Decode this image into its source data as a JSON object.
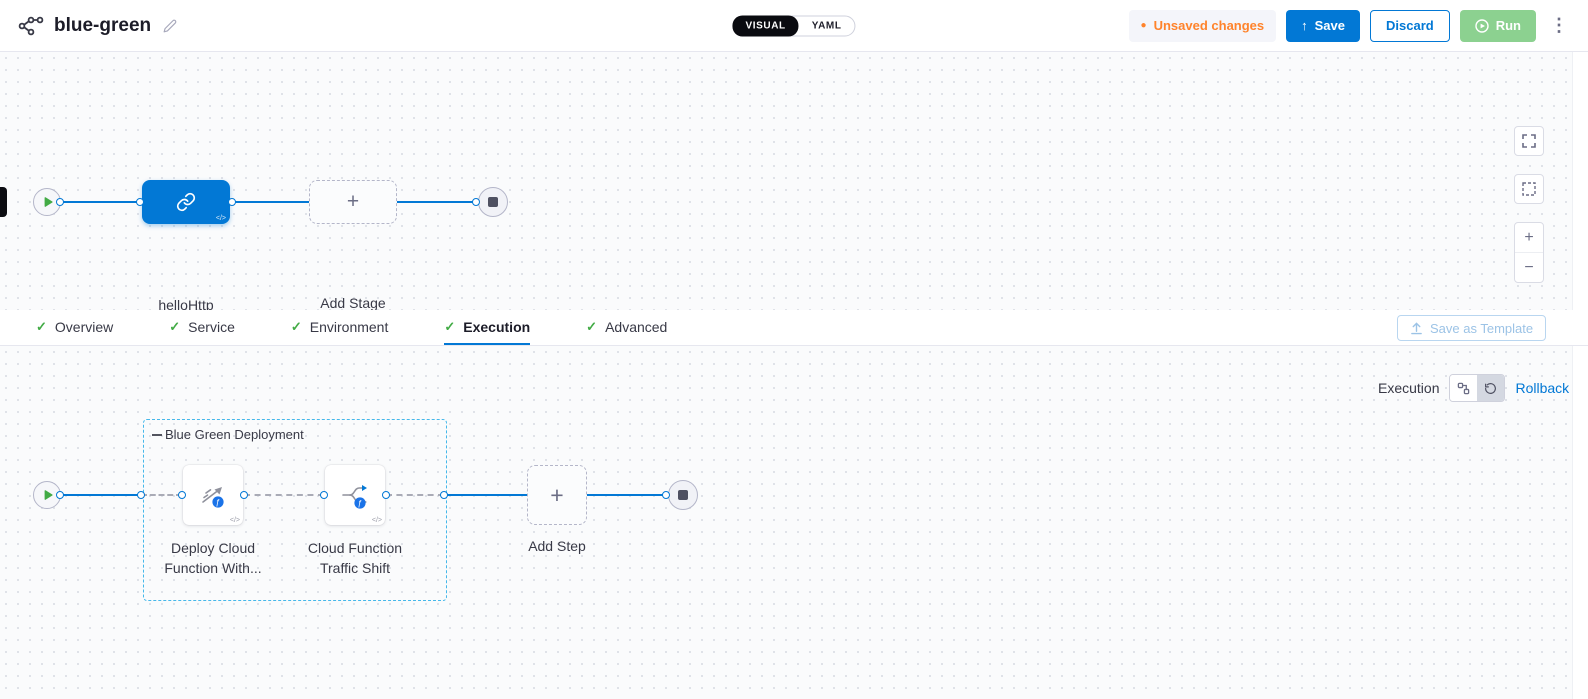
{
  "header": {
    "title": "blue-green",
    "mode_toggle": {
      "visual": "VISUAL",
      "yaml": "YAML"
    },
    "unsaved_changes": "Unsaved changes",
    "save": "Save",
    "discard": "Discard",
    "run": "Run"
  },
  "icons": {
    "plus": "+",
    "minus": "−",
    "kebab": "⋮",
    "check": "✓",
    "save_arrow": "↑",
    "dot": "●",
    "code": "</>"
  },
  "stage_pipeline": {
    "stage_name": "helloHttp",
    "add_stage": "Add Stage"
  },
  "tabs": {
    "items": [
      {
        "label": "Overview",
        "active": false
      },
      {
        "label": "Service",
        "active": false
      },
      {
        "label": "Environment",
        "active": false
      },
      {
        "label": "Execution",
        "active": true
      },
      {
        "label": "Advanced",
        "active": false
      }
    ],
    "save_as_template": "Save as Template"
  },
  "execution": {
    "view_label": "Execution",
    "rollback": "Rollback",
    "group_title": "Blue Green Deployment",
    "steps": [
      {
        "name": "Deploy Cloud Function With..."
      },
      {
        "name": "Cloud Function Traffic Shift"
      }
    ],
    "add_step": "Add Step"
  },
  "colors": {
    "accent": "#0278d5",
    "unsaved": "#ff832b",
    "success": "#42ab45",
    "group_border": "#45b8ea"
  }
}
